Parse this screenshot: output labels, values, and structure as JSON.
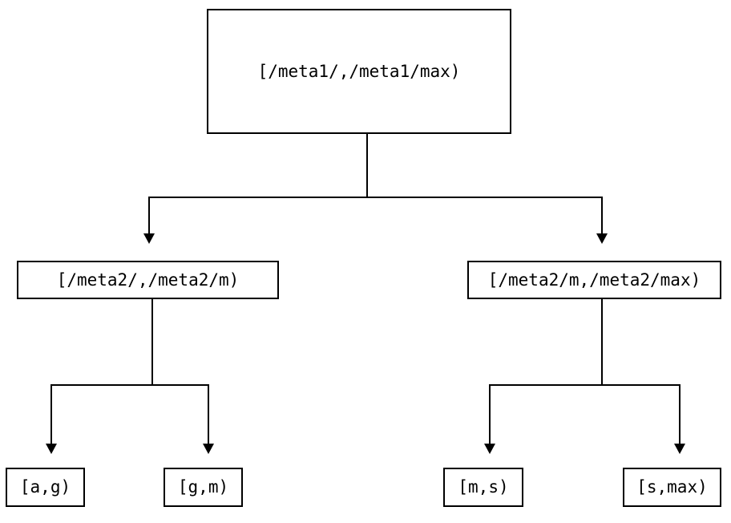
{
  "diagram": {
    "type": "tree",
    "title": "",
    "orientation": "top-down",
    "colors": {
      "stroke": "#000000",
      "fill": "#ffffff",
      "text": "#000000"
    },
    "nodes": {
      "root": {
        "label": "[/meta1/,/meta1/max)"
      },
      "mid_left": {
        "label": "[/meta2/,/meta2/m)"
      },
      "mid_right": {
        "label": "[/meta2/m,/meta2/max)"
      },
      "leaves": [
        {
          "label": "[a,g)"
        },
        {
          "label": "[g,m)"
        },
        {
          "label": "[m,s)"
        },
        {
          "label": "[s,max)"
        }
      ]
    }
  }
}
